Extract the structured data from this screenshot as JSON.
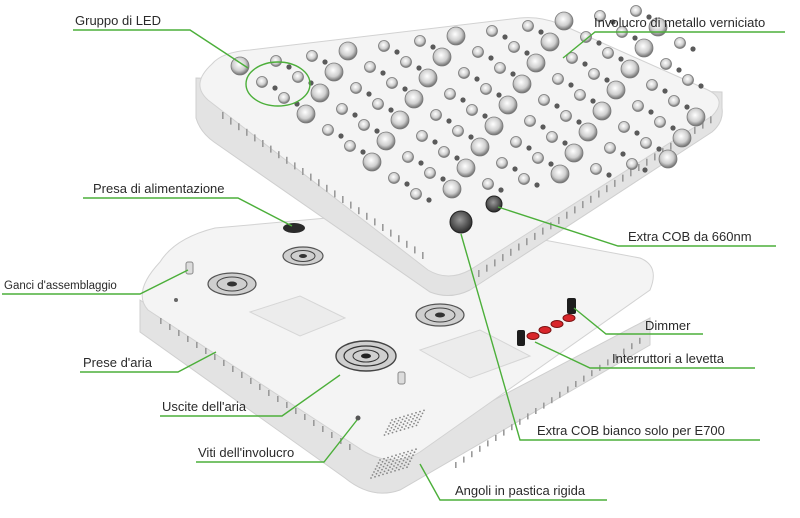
{
  "labels": {
    "led_group": "Gruppo di LED",
    "metal_housing": "Involucro di metallo verniciato",
    "power_socket": "Presa di alimentazione",
    "extra_cob_660": "Extra COB da 660nm",
    "assembly_hooks": "Ganci d'assemblaggio",
    "dimmer": "Dimmer",
    "air_intakes": "Prese d'aria",
    "toggle_switches": "Interruttori a levetta",
    "air_outlets": "Uscite dell'aria",
    "extra_cob_white": "Extra COB bianco solo per E700",
    "housing_screws": "Viti dell'involucro",
    "hard_plastic_corners": "Angoli in pastica rigida"
  },
  "colors": {
    "leader": "#4caf3a",
    "switch_red": "#d9262b"
  }
}
